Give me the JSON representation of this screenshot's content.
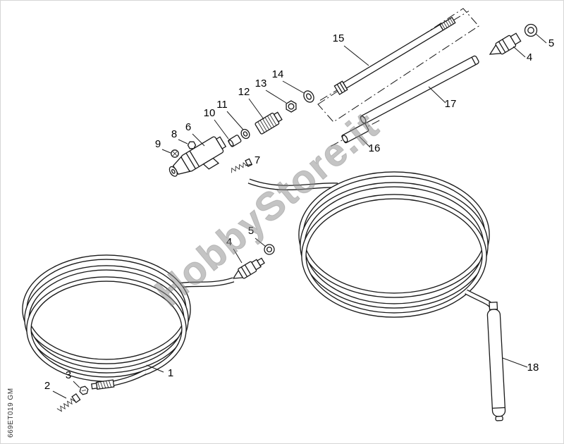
{
  "diagram": {
    "watermark": "HobbyStore.it",
    "drawing_code": "669ET019 GM",
    "colors": {
      "line": "#1a1a1a",
      "watermark_gray": "#8d8d8d",
      "background": "#ffffff"
    },
    "labels": {
      "p1": "1",
      "p2": "2",
      "p3": "3",
      "p4": "4",
      "p5": "5",
      "p6": "6",
      "p7": "7",
      "p8": "8",
      "p9": "9",
      "p10": "10",
      "p11": "11",
      "p12": "12",
      "p13": "13",
      "p14": "14",
      "p15": "15",
      "p16": "16",
      "p17": "17",
      "p18": "18"
    }
  }
}
